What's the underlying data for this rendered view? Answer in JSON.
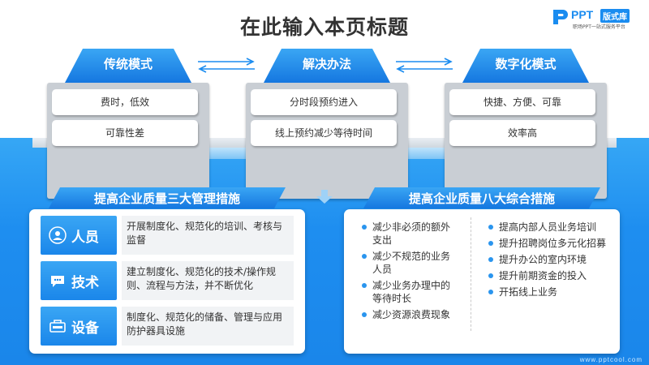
{
  "title": "在此输入本页标题",
  "logo": {
    "brand": "PPT",
    "tag": "版式库",
    "subtitle": "职场PPT一站式服务平台"
  },
  "modules": [
    {
      "name": "传统模式",
      "items": [
        "费时，低效",
        "可靠性差"
      ]
    },
    {
      "name": "解决办法",
      "items": [
        "分时段预约进入",
        "线上预约减少等待时间"
      ]
    },
    {
      "name": "数字化模式",
      "items": [
        "快捷、方便、可靠",
        "效率高"
      ]
    }
  ],
  "left_panel": {
    "title": "提高企业质量三大管理措施",
    "rows": [
      {
        "icon": "people-icon",
        "name": "人员",
        "text": "开展制度化、规范化的培训、考核与监督"
      },
      {
        "icon": "chat-icon",
        "name": "技术",
        "text": "建立制度化、规范化的技术/操作规则、流程与方法，并不断优化"
      },
      {
        "icon": "equipment-icon",
        "name": "设备",
        "text": "制度化、规范化的储备、管理与应用防护器具设施"
      }
    ]
  },
  "right_panel": {
    "title": "提高企业质量八大综合措施",
    "col1": [
      "减少非必须的额外支出",
      "减少不规范的业务人员",
      "减少业务办理中的等待时长",
      "减少资源浪费现象"
    ],
    "col2": [
      "提高内部人员业务培训",
      "提升招聘岗位多元化招募",
      "提升办公的室内环境",
      "提升前期资金的投入",
      "开拓线上业务"
    ]
  },
  "watermark": "www.pptcool.com",
  "colors": {
    "accent": "#1a8cf0",
    "panel_gray": "#c9ced4",
    "text": "#333333"
  }
}
